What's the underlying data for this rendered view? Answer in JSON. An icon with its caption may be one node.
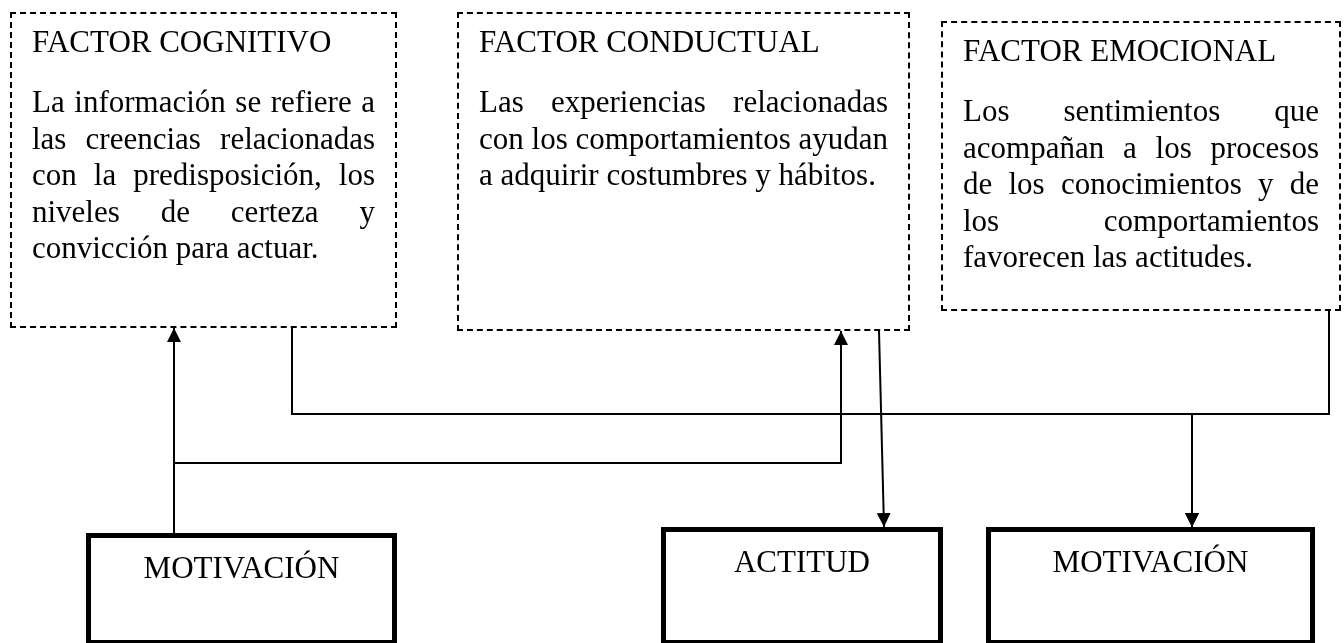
{
  "diagram": {
    "nodes": [
      {
        "text": [
          "FACTOR COGNITIVO",
          "La información se refiere a las creencias relacionadas con la predisposición, los niveles de certeza y convicción para actuar."
        ]
      },
      {
        "text": [
          "FACTOR CONDUCTUAL",
          "Las experiencias relacionadas con los comportamientos ayudan a adquirir costumbres y hábitos."
        ]
      },
      {
        "text": [
          "FACTOR EMOCIONAL",
          "Los sentimientos que acompañan a los procesos de los conocimientos y de los comportamientos favorecen las actitudes."
        ]
      },
      {
        "text": [
          "MOTIVACIÓN"
        ]
      },
      {
        "text": [
          "ACTITUD"
        ]
      },
      {
        "text": [
          "MOTIVACIÓN"
        ]
      }
    ],
    "edges": [
      {
        "from": 3,
        "to": 0,
        "arrow": "to"
      },
      {
        "from": 3,
        "to": 1,
        "arrow": "to"
      },
      {
        "from": 1,
        "to": 4,
        "arrow": "to"
      },
      {
        "from": 0,
        "to": 5,
        "arrow": "to"
      },
      {
        "from": 2,
        "to": 5,
        "arrow": "to"
      }
    ]
  }
}
